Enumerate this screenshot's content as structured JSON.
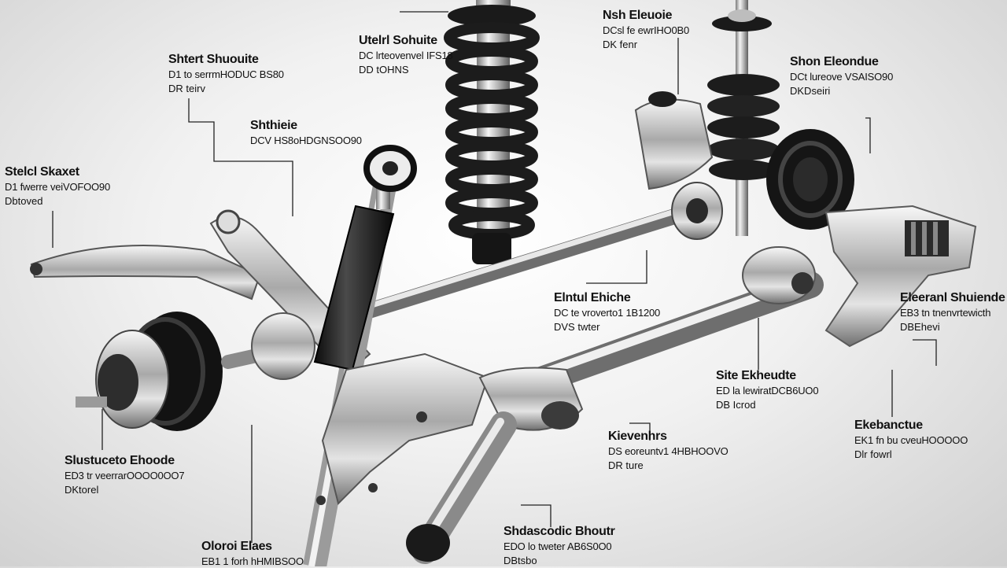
{
  "labels": [
    {
      "title": "Shtert Shuouite",
      "code": "D1 to serrmHODUC BS80",
      "qty": "DR teirv"
    },
    {
      "title": "Shthieie",
      "code": "DCV HS8oHDGNSOO90",
      "qty": ""
    },
    {
      "title": "Stelcl Skaxet",
      "code": "D1 fwerre veiVOFOO90",
      "qty": "Dbtoved"
    },
    {
      "title": "Utelrl Sohuite",
      "code": "DC lrteovenvel IFS18",
      "qty": "DD tOHNS"
    },
    {
      "title": "Nsh Eleuoie",
      "code": "DCsl fe ewrIHO0B0",
      "qty": "DK fenr"
    },
    {
      "title": "Shon Eleondue",
      "code": "DCt lureove VSAISO90",
      "qty": "DKDseiri"
    },
    {
      "title": "Elntul Ehiche",
      "code": "DC te vroverto1 1B1200",
      "qty": "DVS twter"
    },
    {
      "title": "Eleeranl Shuiende",
      "code": "EB3 tn tnenvrtewicth",
      "qty": "DBEhevi"
    },
    {
      "title": "Site Ekheudte",
      "code": "ED la lewiratDCB6UO0",
      "qty": "DB Icrod"
    },
    {
      "title": "Ekebanctue",
      "code": "EK1 fn bu cveuHOOOOO",
      "qty": "Dlr fowrl"
    },
    {
      "title": "Kievenhrs",
      "code": "DS eoreuntv1 4HBHOOVO",
      "qty": "DR ture"
    },
    {
      "title": "Shdascodic Bhoutr",
      "code": "EDO lo tweter AB6S0O0",
      "qty": "DBtsbo"
    },
    {
      "title": "Slustuceto Ehoode",
      "code": "ED3 tr veerrarOOOO0OO7",
      "qty": "DKtorel"
    },
    {
      "title": "Oloroi Elaes",
      "code": "EB1 1 forh hHMIBSOO",
      "qty": ""
    }
  ]
}
